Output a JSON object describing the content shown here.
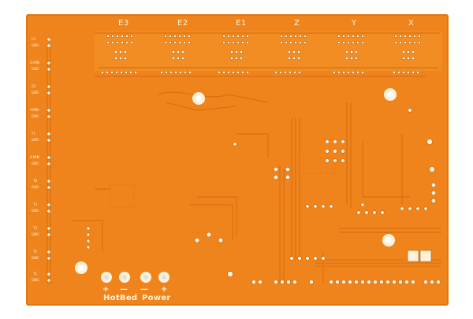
{
  "board": {
    "driver_slots": [
      {
        "label": "E3"
      },
      {
        "label": "E2"
      },
      {
        "label": "E1"
      },
      {
        "label": "Z"
      },
      {
        "label": "Y"
      },
      {
        "label": "X"
      }
    ],
    "left_pins": [
      "C1",
      "GND",
      "Z-MIN",
      "GND",
      "Z2",
      "GND",
      "Y-MIN",
      "GND",
      "Y1",
      "GND",
      "X-MIN",
      "GND",
      "TB",
      "GND",
      "T4",
      "GND",
      "T3",
      "GND",
      "T2",
      "GND",
      "T1",
      "GND"
    ],
    "power_labels": {
      "hotbed": "HotBed",
      "power": "Power",
      "plus": "+",
      "minus": "—"
    }
  }
}
